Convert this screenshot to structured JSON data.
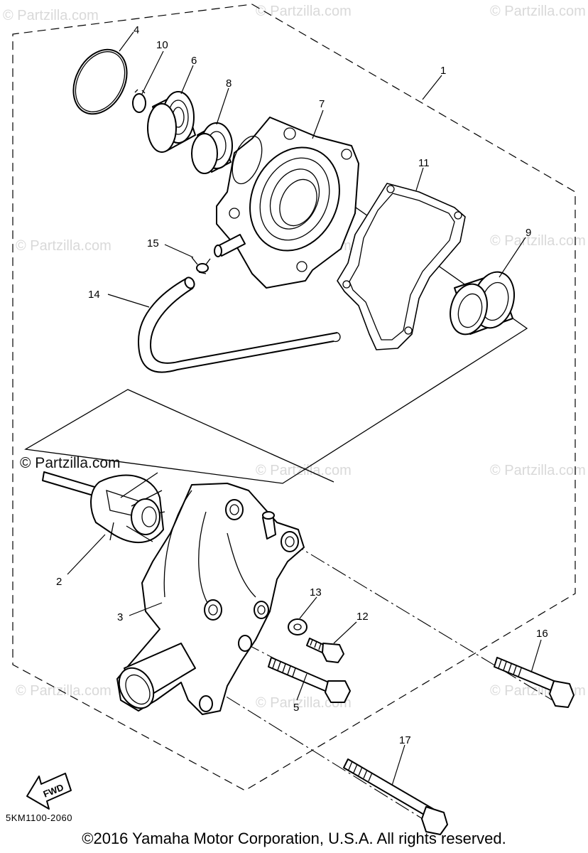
{
  "diagram": {
    "callouts": [
      "1",
      "2",
      "3",
      "4",
      "5",
      "6",
      "7",
      "8",
      "9",
      "10",
      "11",
      "12",
      "13",
      "14",
      "15",
      "16",
      "17"
    ],
    "watermark": "© Partzilla.com",
    "fwd_label": "FWD",
    "diagram_code": "5KM1100-2060",
    "copyright": "©2016 Yamaha Motor Corporation, U.S.A. All rights reserved."
  },
  "colors": {
    "line": "#000000",
    "watermark": "#d9d9d9",
    "background": "#ffffff"
  }
}
